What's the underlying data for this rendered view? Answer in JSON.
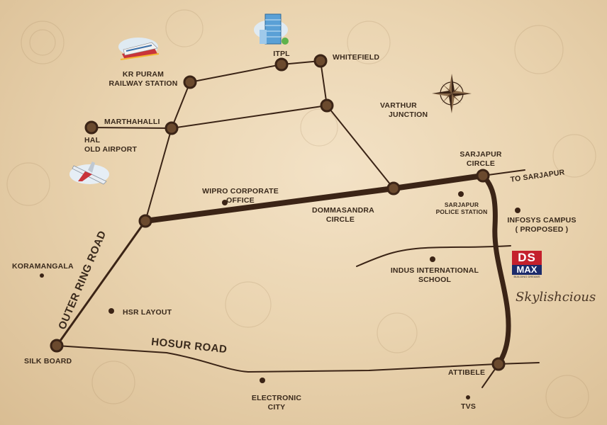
{
  "labels": {
    "itpl": "ITPL",
    "whitefield": "WHITEFIELD",
    "kr_puram_1": "KR PURAM",
    "kr_puram_2": "RAILWAY STATION",
    "varthur_1": "VARTHUR",
    "varthur_2": "JUNCTION",
    "marthahalli": "MARTHAHALLI",
    "hal_1": "HAL",
    "hal_2": "OLD AIRPORT",
    "sarjapur_circle_1": "SARJAPUR",
    "sarjapur_circle_2": "CIRCLE",
    "to_sarjapur": "TO SARJAPUR",
    "wipro_1": "WIPRO CORPORATE",
    "wipro_2": "OFFICE",
    "dommasandra_1": "DOMMASANDRA",
    "dommasandra_2": "CIRCLE",
    "sarjapur_ps_1": "SARJAPUR",
    "sarjapur_ps_2": "POLICE STATION",
    "infosys_1": "INFOSYS CAMPUS",
    "infosys_2": "( PROPOSED )",
    "koramangala": "KORAMANGALA",
    "outer_ring_road": "OUTER RING ROAD",
    "indus_1": "INDUS INTERNATIONAL",
    "indus_2": "SCHOOL",
    "hsr": "HSR LAYOUT",
    "hosur_road": "HOSUR ROAD",
    "silk_board": "SILK BOARD",
    "attibele": "ATTIBELE",
    "electronic_1": "ELECTRONIC",
    "electronic_2": "CITY",
    "tvs": "TVS"
  },
  "brand": {
    "logo_top": "DS",
    "logo_bottom": "MAX",
    "tagline": "BUILDING DREAMS",
    "project": "Skylishcious"
  },
  "colors": {
    "road": "#3b2416",
    "node_fill": "#6b4a2e",
    "background": "#ead4b0"
  },
  "icons": [
    "train-icon",
    "building-icon",
    "airplane-icon",
    "compass-rose-icon"
  ]
}
